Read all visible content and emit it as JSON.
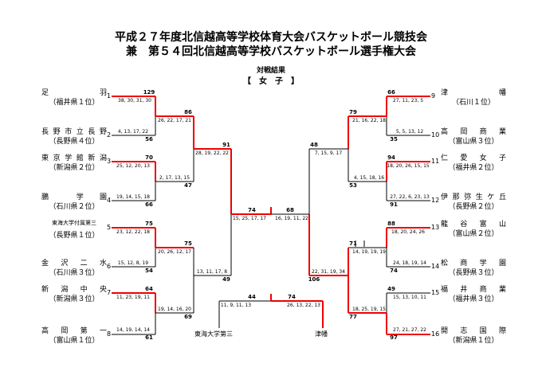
{
  "header": {
    "title_line1": "平成２７年度北信越高等学校体育大会バスケットボール競技会",
    "title_line2": "兼　第５４回北信越高等学校バスケットボール選手権大会",
    "subtitle": "対戦結果",
    "category": "【　女　子　】"
  },
  "left_teams": [
    {
      "seed": "1",
      "name": "足　　　羽",
      "sub": "（福井県１位）"
    },
    {
      "seed": "2",
      "name": "長野市立長野",
      "sub": "（長野県４位）"
    },
    {
      "seed": "3",
      "name": "東京学館新潟",
      "sub": "（新潟県２位）"
    },
    {
      "seed": "4",
      "name": "鵬　　学　園",
      "sub": "（石川県２位）"
    },
    {
      "seed": "5",
      "name": "東海大学付属第三",
      "sub": "（長野県１位）"
    },
    {
      "seed": "6",
      "name": "金　沢　二　水",
      "sub": "（石川県３位）"
    },
    {
      "seed": "7",
      "name": "新　潟　中　央",
      "sub": "（新潟県３位）"
    },
    {
      "seed": "8",
      "name": "高　岡　第　一",
      "sub": "（富山県１位）"
    }
  ],
  "right_teams": [
    {
      "seed": "9",
      "name": "津　　　幡",
      "sub": "（石川１位）"
    },
    {
      "seed": "10",
      "name": "高　岡　商　業",
      "sub": "（富山県３位）"
    },
    {
      "seed": "11",
      "name": "仁　愛　女　子",
      "sub": "（福井県２位）"
    },
    {
      "seed": "12",
      "name": "伊那弥生ケ丘",
      "sub": "（長野県２位）"
    },
    {
      "seed": "13",
      "name": "龍　谷　富　山",
      "sub": "（富山県２位）"
    },
    {
      "seed": "14",
      "name": "松　商　学　園",
      "sub": "（長野県３位）"
    },
    {
      "seed": "15",
      "name": "福　井　商　業",
      "sub": "（福井県３位）"
    },
    {
      "seed": "16",
      "name": "開　志　国　際",
      "sub": "（新潟県１位）"
    }
  ],
  "scores": {
    "r1_l": [
      {
        "top": "129",
        "quarters": "38, 30, 31, 30",
        "bottom": "56",
        "bq": "4, 13, 17, 22"
      },
      {
        "top": "70",
        "quarters": "25, 12, 20, 13",
        "bottom": "66",
        "bq": "19, 14, 15, 18"
      },
      {
        "top": "75",
        "quarters": "23, 12, 22, 18",
        "bottom": "54",
        "bq": "15, 12, 8, 19"
      },
      {
        "top": "64",
        "quarters": "11, 23, 19, 11",
        "bottom": "61",
        "bq": "14, 19, 14, 14"
      }
    ],
    "r1_r": [
      {
        "top": "66",
        "quarters": "27, 11, 23, 5",
        "bottom": "35",
        "bq": "5, 5, 13, 12"
      },
      {
        "top": "94",
        "quarters": "18, 20, 26, 15, 15",
        "bottom": "91",
        "bq": "27, 22, 6, 23, 13"
      },
      {
        "top": "88",
        "quarters": "18, 20, 24, 26",
        "bottom": "74",
        "bq": "24, 18, 19, 14"
      },
      {
        "top": "49",
        "quarters": "15, 13, 10, 11",
        "bottom": "97",
        "bq": "27, 21, 27, 22"
      }
    ],
    "r2_l": [
      {
        "top": "86",
        "quarters": "26, 22, 17, 21",
        "bottom": "47",
        "bq": "2, 17, 13, 15"
      },
      {
        "top": "75",
        "quarters": "20, 26, 12, 17",
        "bottom": "69",
        "bq": "19, 14, 16, 20"
      }
    ],
    "r2_r": [
      {
        "top": "79",
        "quarters": "21, 16, 22, 18",
        "bottom": "53",
        "bq": "4, 15, 18, 16"
      },
      {
        "top": "71",
        "quarters": "14, 19, 19, 19",
        "bottom": "77",
        "bq": "18, 25, 19, 15"
      }
    ],
    "sf_l": {
      "top": "91",
      "quarters": "28, 19, 22, 22",
      "bottom": "49",
      "bq": "13, 11, 17, 8"
    },
    "sf_r": {
      "top": "48",
      "quarters": "7, 15, 9, 17",
      "bottom": "106",
      "bq": "22, 31, 19, 34"
    },
    "final": {
      "left": "74",
      "lq": "15, 25, 17, 17",
      "right": "68",
      "rq": "16, 19, 11, 22"
    },
    "third": {
      "left": "44",
      "lq": "11, 9, 11, 13",
      "right": "74",
      "rq": "26, 13, 22, 13",
      "left_team": "東海大学第三",
      "right_team": "津幡"
    }
  }
}
